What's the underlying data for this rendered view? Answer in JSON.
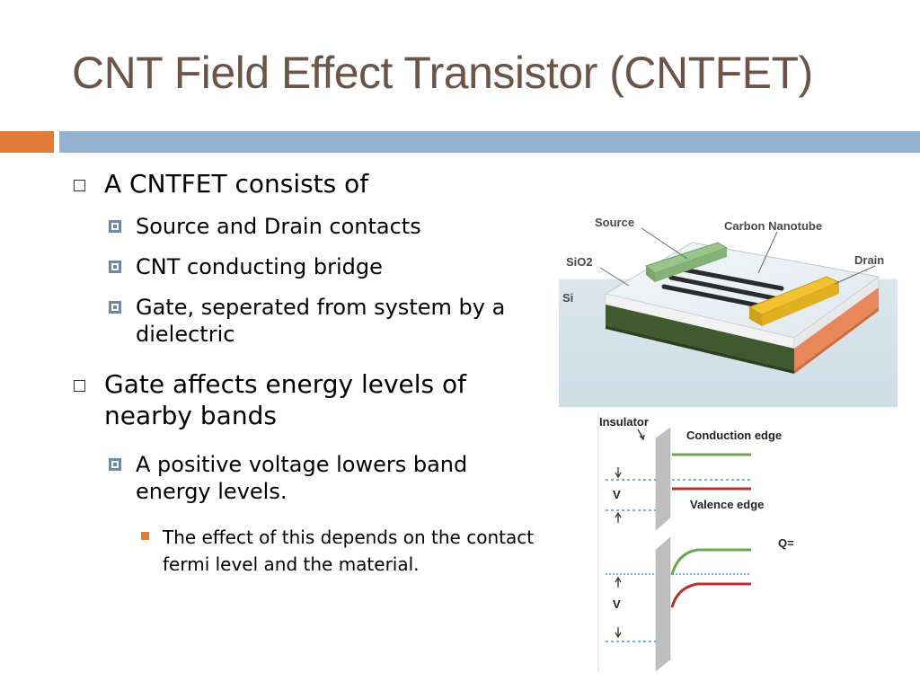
{
  "slide": {
    "title": "CNT Field Effect Transistor (CNTFET)",
    "colors": {
      "title": "#6b5448",
      "accent_orange": "#e07b39",
      "accent_blue": "#94b3d0"
    }
  },
  "bullets": {
    "b1": "A CNTFET consists of",
    "b1_1": "Source and Drain contacts",
    "b1_2": "CNT conducting bridge",
    "b1_3": "Gate, seperated from system by a dielectric",
    "b2": "Gate affects energy levels of nearby bands",
    "b2_1": "A positive voltage lowers band energy levels.",
    "b2_1_1": "The effect of this depends on the contact fermi level and the material."
  },
  "device_figure": {
    "source_label": "Source",
    "nanotube_label": "Carbon Nanotube",
    "sio2_label": "SiO2",
    "drain_label": "Drain",
    "si_label": "Si"
  },
  "band_figure": {
    "insulator_label": "Insulator",
    "conduction_label": "Conduction edge",
    "valence_label": "Valence edge",
    "v_label_top": "V",
    "v_label_bottom": "V",
    "q_label": "Q="
  }
}
